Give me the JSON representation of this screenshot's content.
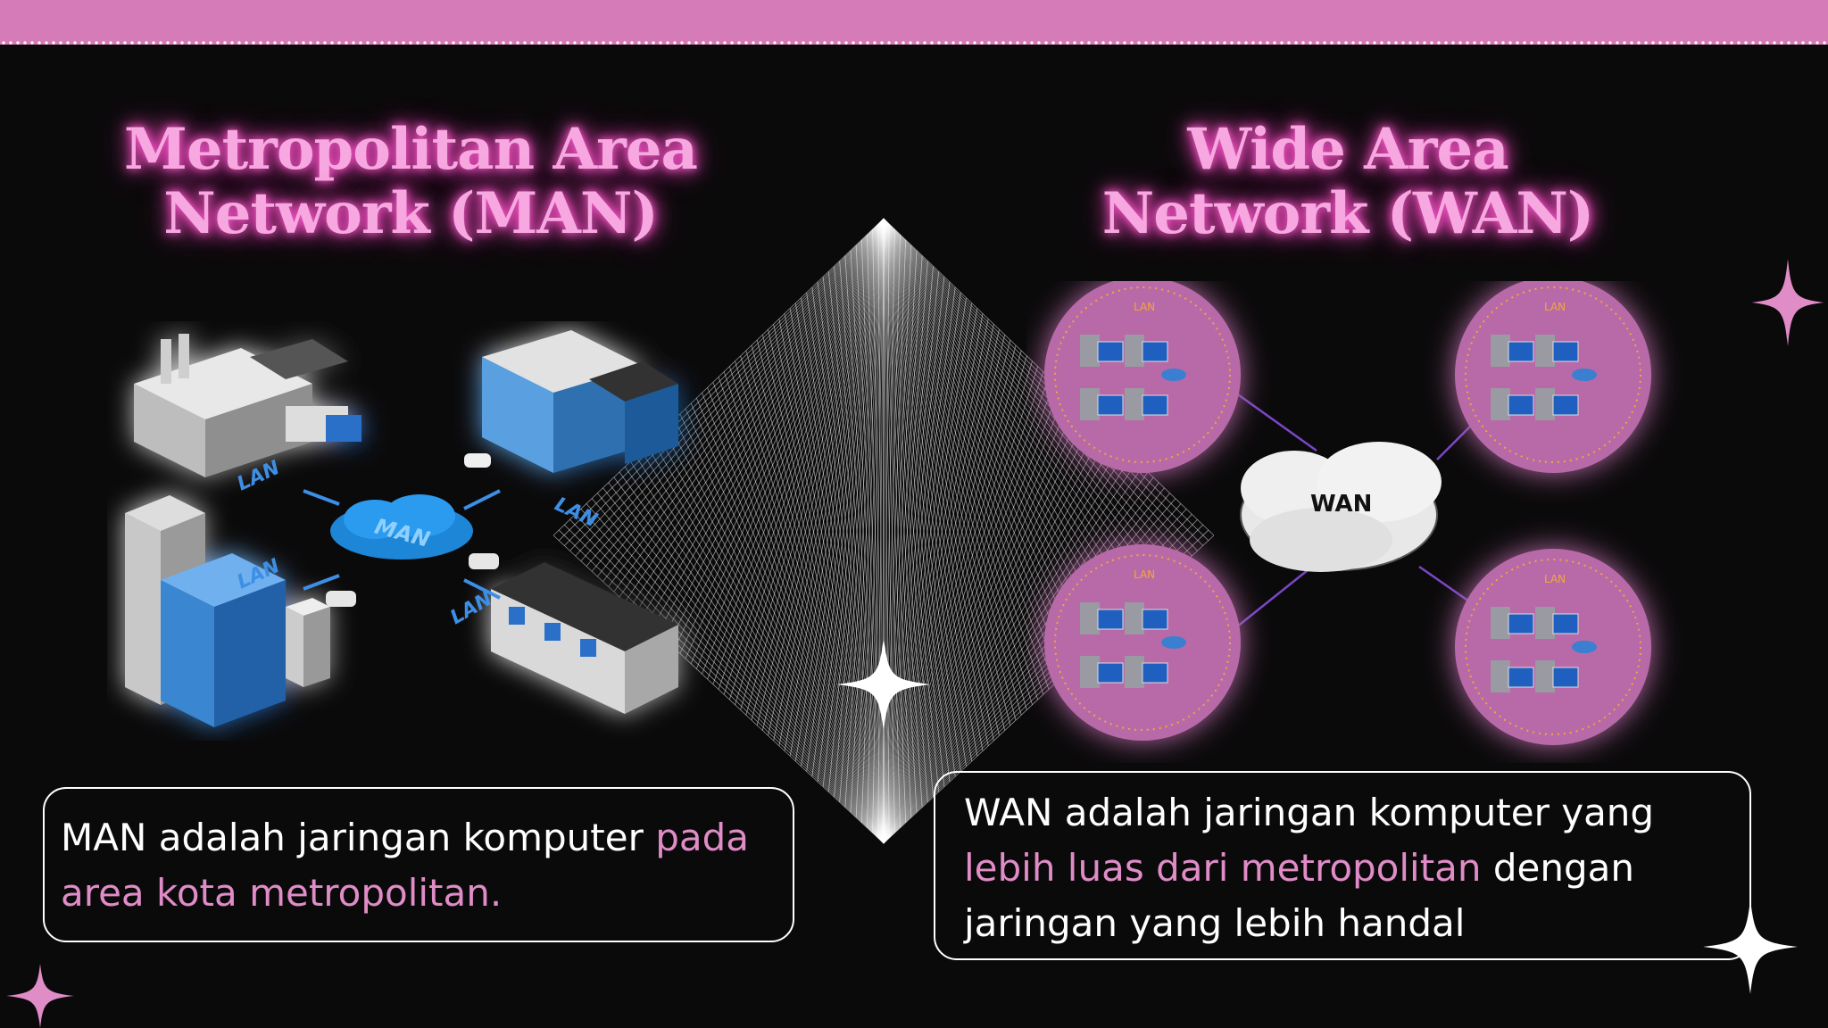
{
  "colors": {
    "topbar": "#d57bb8",
    "background": "#0b0a0b",
    "accent_pink": "#e08cc7",
    "title_glow": "#ff5fd0"
  },
  "man": {
    "title_line1": "Metropolitan Area",
    "title_line2": "Network (MAN)",
    "cloud_label": "MAN",
    "lan_label": "LAN",
    "desc_part1": "MAN adalah jaringan komputer ",
    "desc_highlight": "pada area kota metropolitan."
  },
  "wan": {
    "title_line1": "Wide Area",
    "title_line2": "Network (WAN)",
    "cloud_label": "WAN",
    "lan_label": "LAN",
    "desc_part1": "WAN adalah jaringan komputer yang ",
    "desc_highlight": "lebih luas dari metropolitan",
    "desc_part2": " dengan jaringan yang lebih handal"
  },
  "decorations": {
    "icons": [
      "sparkle-icon",
      "string-art-diamond"
    ]
  }
}
